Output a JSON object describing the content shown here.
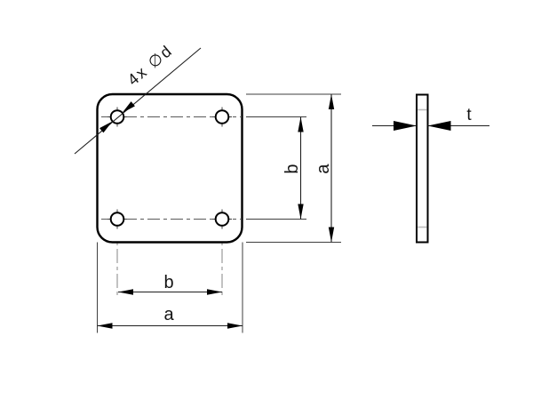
{
  "drawing": {
    "description": "Engineering dimension drawing of a square flange plate with four holes, front view and side (thickness) view",
    "labels": {
      "hole_callout": "4x ∅d",
      "front_dim_b_vertical": "b",
      "front_dim_a_vertical": "a",
      "front_dim_b_horizontal": "b",
      "front_dim_a_horizontal": "a",
      "side_dim_thickness": "t"
    },
    "colors": {
      "background": "#ffffff",
      "outline": "#000000",
      "dimension_lines": "#1f1f1f",
      "extension_lines": "#3f3f3f",
      "center_lines": "#9a9a9a",
      "text": "#141414"
    }
  }
}
